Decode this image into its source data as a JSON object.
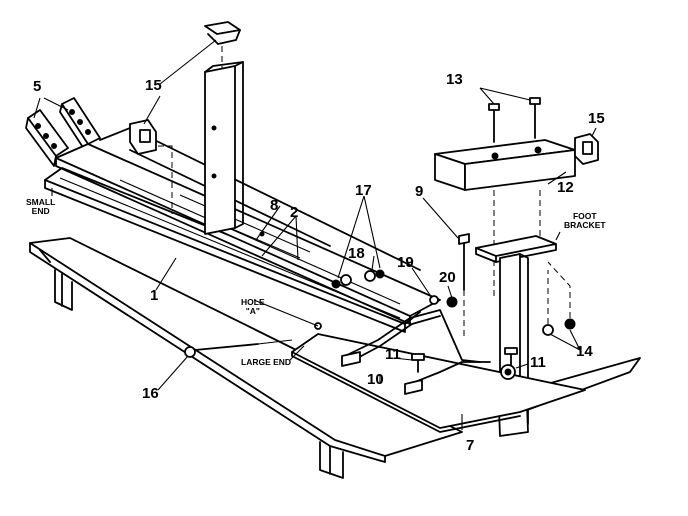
{
  "callouts": {
    "c1": "1",
    "c2": "2",
    "c5": "5",
    "c7": "7",
    "c8": "8",
    "c9": "9",
    "c10": "10",
    "c11a": "11",
    "c11b": "11",
    "c12": "12",
    "c13": "13",
    "c14": "14",
    "c15a": "15",
    "c15b": "15",
    "c16": "16",
    "c17": "17",
    "c18": "18",
    "c19": "19",
    "c20": "20"
  },
  "labels": {
    "small_end_1": "SMALL",
    "small_end_2": "END",
    "foot_bracket_1": "FOOT",
    "foot_bracket_2": "BRACKET",
    "hole_a_1": "HOLE",
    "hole_a_2": "\"A\"",
    "large_end": "LARGE END"
  }
}
